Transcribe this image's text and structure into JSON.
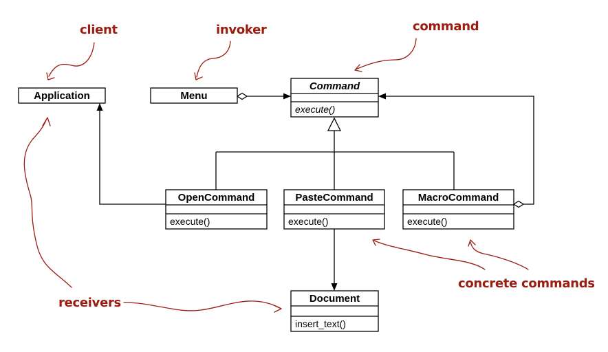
{
  "classes": {
    "application": {
      "name": "Application"
    },
    "menu": {
      "name": "Menu"
    },
    "command": {
      "name": "Command",
      "operation": "execute()"
    },
    "open_command": {
      "name": "OpenCommand",
      "operation": "execute()"
    },
    "paste_command": {
      "name": "PasteCommand",
      "operation": "execute()"
    },
    "macro_command": {
      "name": "MacroCommand",
      "operation": "execute()"
    },
    "document": {
      "name": "Document",
      "operation": "insert_text()"
    }
  },
  "annotations": {
    "client": "client",
    "invoker": "invoker",
    "command": "command",
    "receivers": "receivers",
    "concrete_commands": "concrete commands"
  },
  "colors": {
    "annotation": "#9b1c10",
    "lines": "#000000"
  }
}
